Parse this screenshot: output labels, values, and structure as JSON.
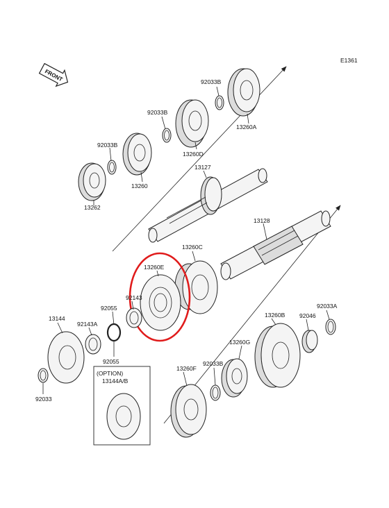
{
  "diagram_id": "E1361",
  "front_label": "FRONT",
  "option_label": "(OPTION)",
  "highlight_color": "#e01b1b",
  "labels": {
    "p92033b_a": "92033B",
    "p13260a": "13260A",
    "p92033b_b": "92033B",
    "p13260d": "13260D",
    "p92033b_c": "92033B",
    "p13260": "13260",
    "p13262": "13262",
    "p13127": "13127",
    "p13128": "13128",
    "p13260c": "13260C",
    "p13260e": "13260E",
    "p92143": "92143",
    "p92055_a": "92055",
    "p13144": "13144",
    "p92143a": "92143A",
    "p92055_b": "92055",
    "p92033": "92033",
    "p13144ab": "13144A/B",
    "p13260b": "13260B",
    "p92033a": "92033A",
    "p92046": "92046",
    "p13260g": "13260G",
    "p92033b_d": "92033B",
    "p13260f": "13260F"
  }
}
